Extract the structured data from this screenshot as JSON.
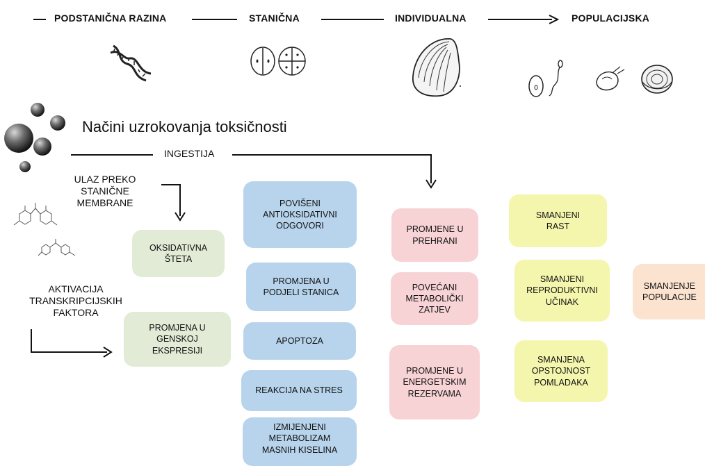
{
  "levels": {
    "subcellular": "PODSTANIČNA RAZINA",
    "cellular": "STANIČNA",
    "individual": "INDIVIDUALNA",
    "population": "POPULACIJSKA"
  },
  "title": "Načini uzrokovanja toksičnosti",
  "routes": {
    "ingestion": "INGESTIJA",
    "membrane_entry": [
      "ULAZ PREKO",
      "STANIČNE",
      "MEMBRANE"
    ],
    "transcription": [
      "AKTIVACIJA",
      "TRANSKRIPCIJSKIH",
      "FAKTORA"
    ]
  },
  "boxes": {
    "oxidative_damage": [
      "OKSIDATIVNA",
      "ŠTETA"
    ],
    "gene_expression": [
      "PROMJENA U",
      "GENSKOJ",
      "EKSPRESIJI"
    ],
    "antioxidant": [
      "POVIŠENI",
      "ANTIOKSIDATIVNI",
      "ODGOVORI"
    ],
    "cell_division": [
      "PROMJENA U",
      "PODJELI STANICA"
    ],
    "apoptosis": [
      "APOPTOZA"
    ],
    "stress": [
      "REAKCIJA NA STRES"
    ],
    "fatty_acids": [
      "IZMIJENJENI",
      "METABOLIZAM",
      "MASNIH KISELINA"
    ],
    "nutrition": [
      "PROMJENE U",
      "PREHRANI"
    ],
    "metabolic_demand": [
      "POVEĆANI",
      "METABOLIČKI",
      "ZATJEV"
    ],
    "energy_reserves": [
      "PROMJENE U",
      "ENERGETSKIM",
      "REZERVAMA"
    ],
    "growth": [
      "SMANJENI",
      "RAST"
    ],
    "reproduction": [
      "SMANJENI",
      "REPRODUKTIVNI",
      "UČINAK"
    ],
    "offspring": [
      "SMANJENA",
      "OPSTOJNOST",
      "POMLADAKA"
    ],
    "population": [
      "SMANJENJE",
      "POPULACIJE"
    ]
  },
  "colors": {
    "blue": "#b7d4ec",
    "green": "#e2ebd6",
    "pink": "#f7d3d6",
    "yellow": "#f5f6ad",
    "orange": "#fbe3d0"
  },
  "icons": [
    "dna-helix-icon",
    "dividing-cells-icon",
    "mussel-shell-icon",
    "egg-icon",
    "sperm-icon",
    "larva-icon",
    "juvenile-mussel-icon",
    "particles-icon",
    "molecule-icon"
  ]
}
